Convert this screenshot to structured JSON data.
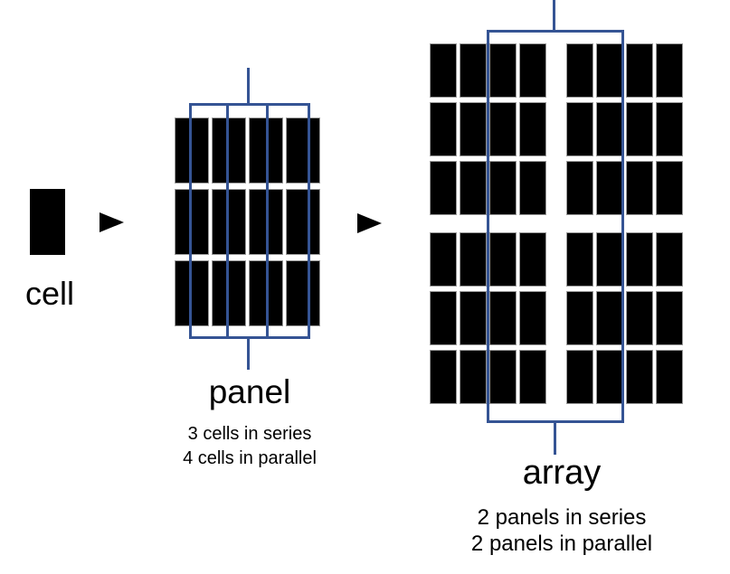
{
  "colors": {
    "background": "#ffffff",
    "wire": "#355494",
    "cell_fill": "#000000",
    "arrow": "#000000"
  },
  "cell": {
    "label": "cell"
  },
  "icons": {
    "arrow_1": "right-arrow",
    "arrow_2": "right-arrow"
  },
  "panel": {
    "label": "panel",
    "grid": "3x4",
    "caption_lines": [
      "3 cells in series",
      "4 cells in parallel"
    ]
  },
  "array": {
    "label": "array",
    "panel_layout": "2x2",
    "panel_grid": "3x4",
    "caption_lines": [
      "2 panels in series",
      "2 panels in parallel"
    ]
  }
}
